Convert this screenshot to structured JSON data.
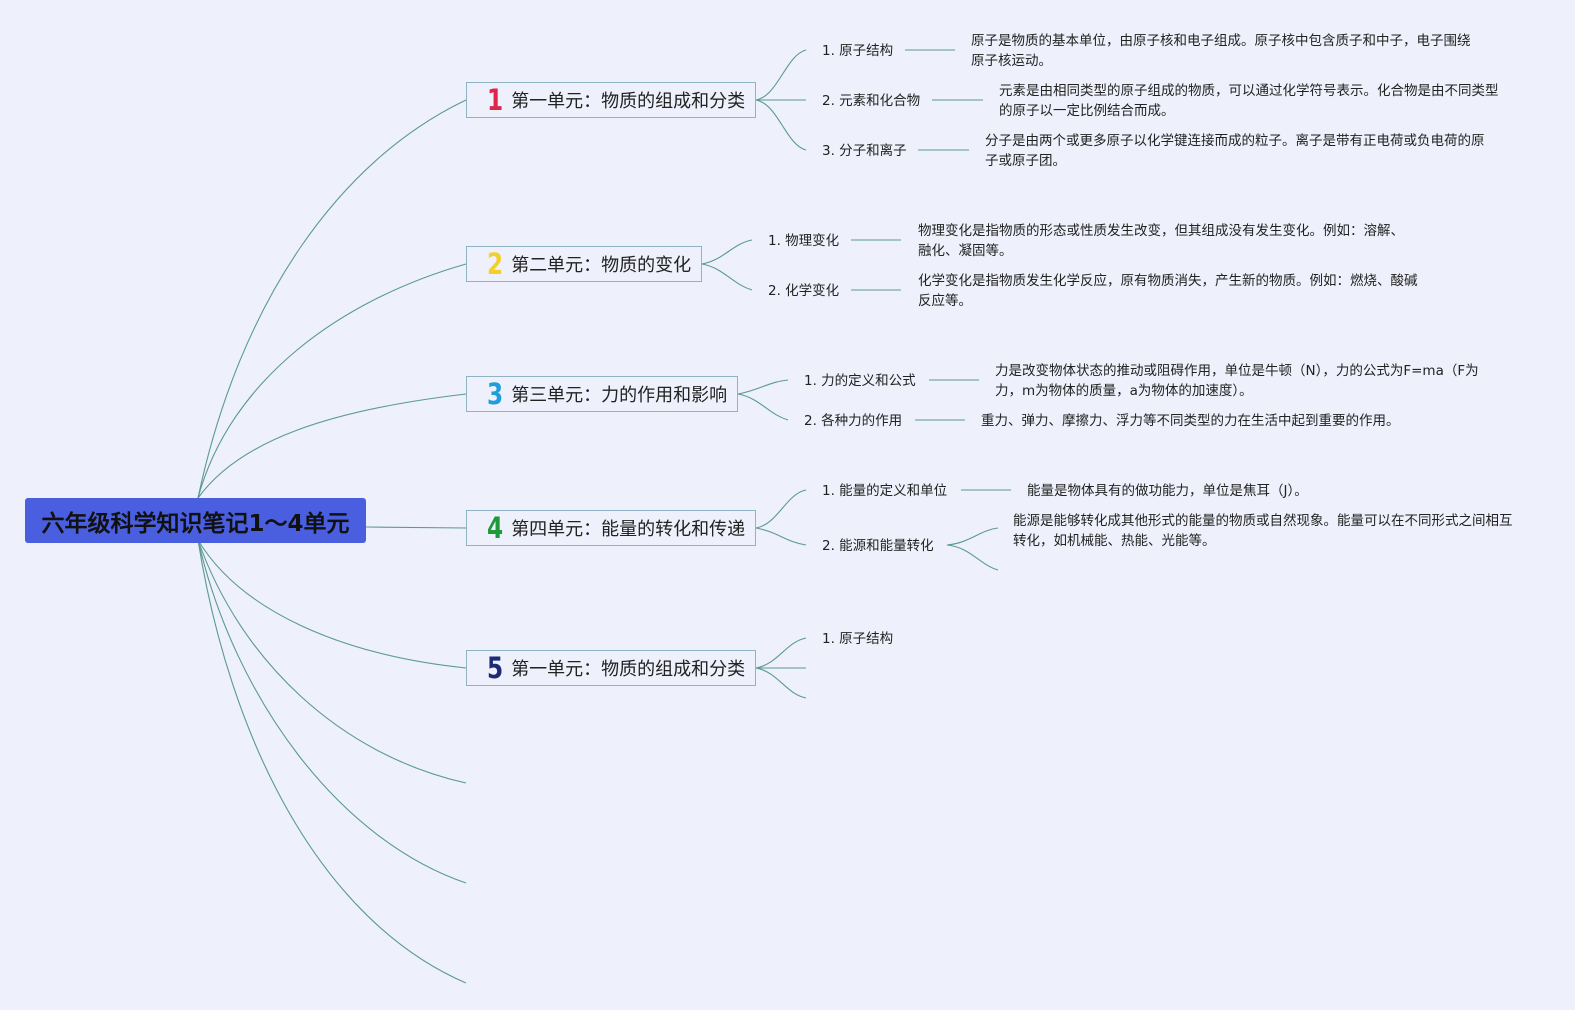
{
  "root": {
    "title": "六年级科学知识笔记1～4单元"
  },
  "units": [
    {
      "number": "1",
      "number_color": "#e0254a",
      "title": "第一单元：物质的组成和分类",
      "topics": [
        {
          "label": "1. 原子结构",
          "detail": "原子是物质的基本单位，由原子核和电子组成。原子核中包含质子和中子，电子围绕原子核运动。"
        },
        {
          "label": "2. 元素和化合物",
          "detail": "元素是由相同类型的原子组成的物质，可以通过化学符号表示。化合物是由不同类型的原子以一定比例结合而成。"
        },
        {
          "label": "3. 分子和离子",
          "detail": "分子是由两个或更多原子以化学键连接而成的粒子。离子是带有正电荷或负电荷的原子或原子团。"
        }
      ]
    },
    {
      "number": "2",
      "number_color": "#f2cf2a",
      "title": "第二单元：物质的变化",
      "topics": [
        {
          "label": "1. 物理变化",
          "detail": "物理变化是指物质的形态或性质发生改变，但其组成没有发生变化。例如：溶解、融化、凝固等。"
        },
        {
          "label": "2. 化学变化",
          "detail": "化学变化是指物质发生化学反应，原有物质消失，产生新的物质。例如：燃烧、酸碱反应等。"
        }
      ]
    },
    {
      "number": "3",
      "number_color": "#1e9fdc",
      "title": "第三单元：力的作用和影响",
      "topics": [
        {
          "label": "1. 力的定义和公式",
          "detail": "力是改变物体状态的推动或阻碍作用，单位是牛顿（N），力的公式为F=ma（F为力，m为物体的质量，a为物体的加速度）。"
        },
        {
          "label": "2. 各种力的作用",
          "detail": "重力、弹力、摩擦力、浮力等不同类型的力在生活中起到重要的作用。"
        }
      ]
    },
    {
      "number": "4",
      "number_color": "#1f9a3a",
      "title": "第四单元：能量的转化和传递",
      "topics": [
        {
          "label": "1. 能量的定义和单位",
          "detail": "能量是物体具有的做功能力，单位是焦耳（J）。"
        },
        {
          "label": "2. 能源和能量转化",
          "detail": "能源是能够转化成其他形式的能量的物质或自然现象。能量可以在不同形式之间相互转化，如机械能、热能、光能等。"
        }
      ]
    },
    {
      "number": "5",
      "number_color": "#1c2a78",
      "title": "第一单元：物质的组成和分类",
      "topics": [
        {
          "label": "1. 原子结构"
        }
      ]
    }
  ]
}
